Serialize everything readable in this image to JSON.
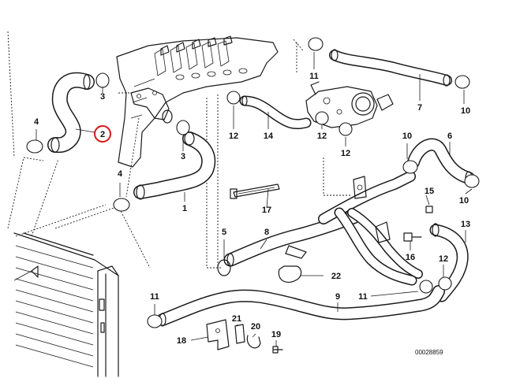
{
  "diagram": {
    "highlight_color": "#d11a1a",
    "line_color": "#1a1a1a",
    "reference_number": "00028859",
    "highlighted_part": "2",
    "callouts": [
      {
        "id": "c1",
        "label": "1"
      },
      {
        "id": "c2",
        "label": "2"
      },
      {
        "id": "c3a",
        "label": "3"
      },
      {
        "id": "c3b",
        "label": "3"
      },
      {
        "id": "c4a",
        "label": "4"
      },
      {
        "id": "c4b",
        "label": "4"
      },
      {
        "id": "c5",
        "label": "5"
      },
      {
        "id": "c6",
        "label": "6"
      },
      {
        "id": "c7",
        "label": "7"
      },
      {
        "id": "c8",
        "label": "8"
      },
      {
        "id": "c9",
        "label": "9"
      },
      {
        "id": "c10a",
        "label": "10"
      },
      {
        "id": "c10b",
        "label": "10"
      },
      {
        "id": "c10c",
        "label": "10"
      },
      {
        "id": "c11a",
        "label": "11"
      },
      {
        "id": "c11b",
        "label": "11"
      },
      {
        "id": "c11c",
        "label": "11"
      },
      {
        "id": "c12a",
        "label": "12"
      },
      {
        "id": "c12b",
        "label": "12"
      },
      {
        "id": "c12c",
        "label": "12"
      },
      {
        "id": "c12d",
        "label": "12"
      },
      {
        "id": "c13",
        "label": "13"
      },
      {
        "id": "c14",
        "label": "14"
      },
      {
        "id": "c15",
        "label": "15"
      },
      {
        "id": "c16",
        "label": "16"
      },
      {
        "id": "c17",
        "label": "17"
      },
      {
        "id": "c18",
        "label": "18"
      },
      {
        "id": "c19",
        "label": "19"
      },
      {
        "id": "c20",
        "label": "20"
      },
      {
        "id": "c21",
        "label": "21"
      },
      {
        "id": "c22",
        "label": "22"
      }
    ]
  }
}
